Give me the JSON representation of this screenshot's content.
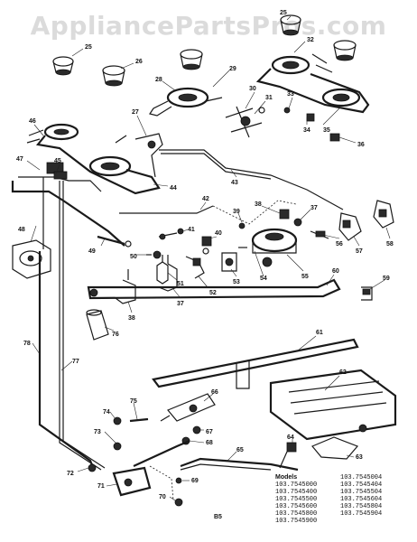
{
  "watermark": "AppliancePartsPros.com",
  "diagram_code": "B5",
  "models_header": "Models",
  "models_left": [
    "103.7545000",
    "103.7545400",
    "103.7545500",
    "103.7545600",
    "103.7545800",
    "103.7545900"
  ],
  "models_right": [
    "103.7545004",
    "103.7545404",
    "103.7545504",
    "103.7545604",
    "103.7545804",
    "103.7545904"
  ],
  "callouts": {
    "c25a": "25",
    "c26": "26",
    "c25b": "25",
    "c32": "32",
    "c28": "28",
    "c29": "29",
    "c30": "30",
    "c31": "31",
    "c33": "33",
    "c34": "34",
    "c35": "35",
    "c36": "36",
    "c27": "27",
    "c46": "46",
    "c47": "47",
    "c45": "45",
    "c44": "44",
    "c43": "43",
    "c42": "42",
    "c38a": "38",
    "c39": "39",
    "c37a": "37",
    "c41": "41",
    "c40": "40",
    "c56": "56",
    "c57": "57",
    "c58": "58",
    "c48": "48",
    "c49": "49",
    "c50": "50",
    "c51": "51",
    "c52": "52",
    "c53": "53",
    "c54": "54",
    "c55": "55",
    "c60": "60",
    "c37b": "37",
    "c38b": "38",
    "c59": "59",
    "c76": "76",
    "c78": "78",
    "c77": "77",
    "c61": "61",
    "c62": "62",
    "c66": "66",
    "c75": "75",
    "c74": "74",
    "c67": "67",
    "c68": "68",
    "c73": "73",
    "c65": "65",
    "c64": "64",
    "c63": "63",
    "c72": "72",
    "c71": "71",
    "c69": "69",
    "c70": "70"
  }
}
